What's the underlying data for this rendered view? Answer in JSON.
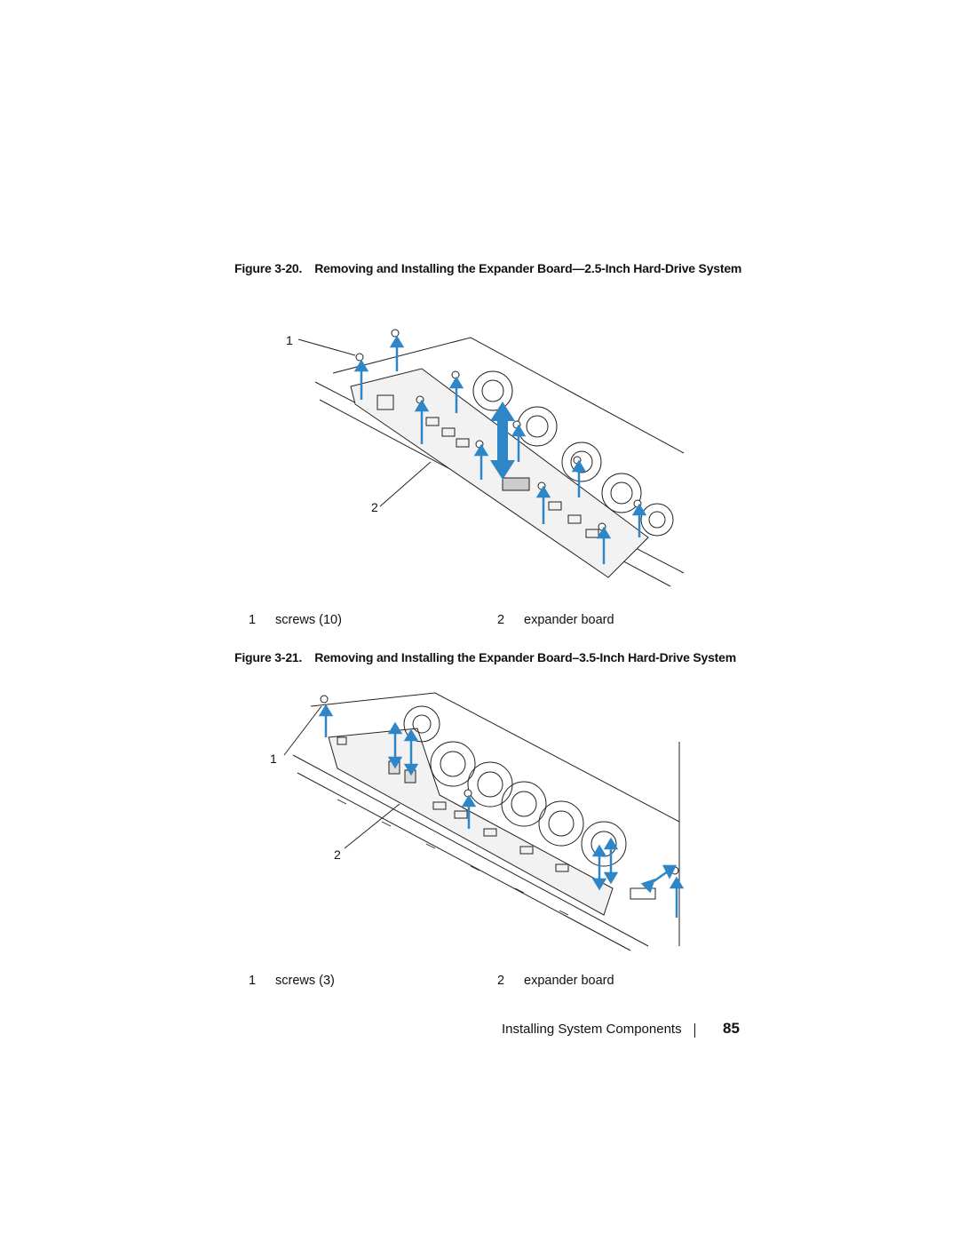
{
  "figure1": {
    "caption_number": "Figure 3-20.",
    "caption_title": "Removing and Installing the Expander Board—2.5-Inch Hard-Drive System",
    "callout_labels": [
      "1",
      "2"
    ],
    "legend": [
      {
        "num": "1",
        "text": "screws (10)"
      },
      {
        "num": "2",
        "text": "expander board"
      }
    ]
  },
  "figure2": {
    "caption_number": "Figure 3-21.",
    "caption_title": "Removing and Installing the Expander Board–3.5-Inch Hard-Drive System",
    "callout_labels": [
      "1",
      "2"
    ],
    "legend": [
      {
        "num": "1",
        "text": "screws (3)"
      },
      {
        "num": "2",
        "text": "expander board"
      }
    ]
  },
  "footer": {
    "section": "Installing System Components",
    "page_number": "85"
  },
  "colors": {
    "arrow": "#2f86c6",
    "line": "#222222",
    "board": "#e9e9e9"
  }
}
